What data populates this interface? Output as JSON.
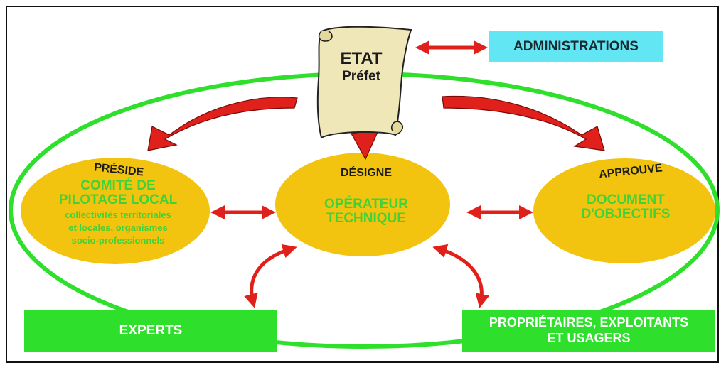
{
  "etat": {
    "title": "ETAT",
    "subtitle": "Préfet"
  },
  "administrations": {
    "label": "ADMINISTRATIONS"
  },
  "nodes": {
    "left": {
      "verb": "PRÉSIDE",
      "title_line1": "COMITÉ DE",
      "title_line2": "PILOTAGE LOCAL",
      "detail_line1": "collectivités territoriales",
      "detail_line2": "et locales, organismes",
      "detail_line3": "socio-professionnels"
    },
    "center": {
      "verb": "DÉSIGNE",
      "title_line1": "OPÉRATEUR",
      "title_line2": "TECHNIQUE"
    },
    "right": {
      "verb": "APPROUVE",
      "title_line1": "DOCUMENT",
      "title_line2": "D'OBJECTIFS"
    }
  },
  "bottom": {
    "experts": "EXPERTS",
    "owners_line1": "PROPRIÉTAIRES, EXPLOITANTS",
    "owners_line2": "ET USAGERS"
  },
  "colors": {
    "ellipse_fill": "#f2c40f",
    "outer_ring": "#2ee02c",
    "arrow_red": "#e0201b",
    "green_box": "#2ee02c",
    "admin_box": "#62e6f4",
    "scroll_fill": "#efe7b8"
  }
}
